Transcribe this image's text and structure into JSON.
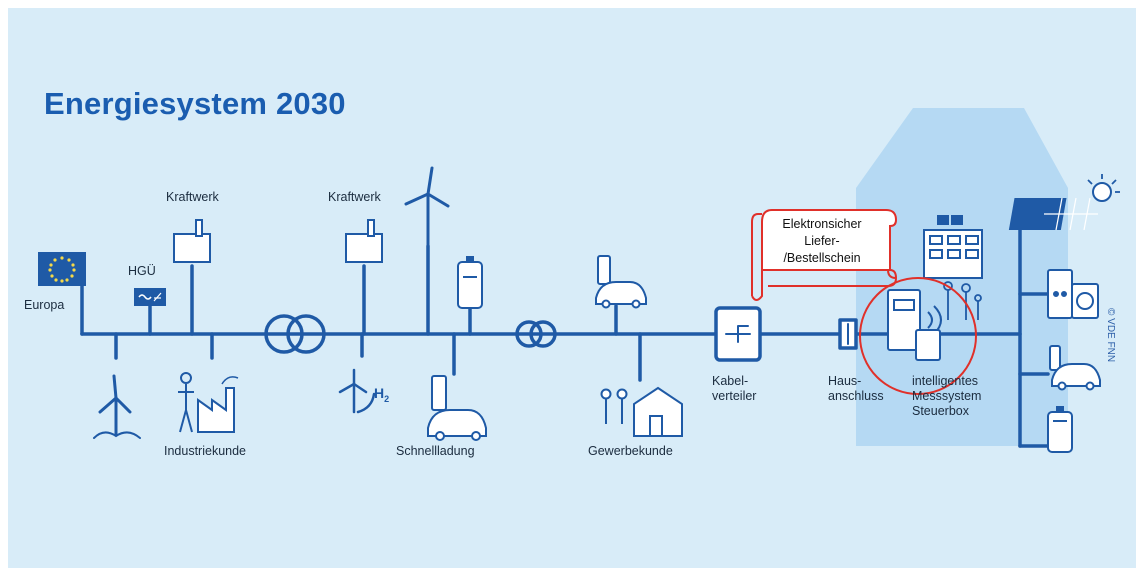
{
  "title": "Energiesystem 2030",
  "labels": {
    "europa": "Europa",
    "hgu": "HGÜ",
    "kraftwerk_1": "Kraftwerk",
    "kraftwerk_2": "Kraftwerk",
    "industriekunde": "Industriekunde",
    "schnellladung": "Schnellladung",
    "gewerbekunde": "Gewerbekunde",
    "kabelverteiler_1": "Kabel-",
    "kabelverteiler_2": "verteiler",
    "hausanschluss_1": "Haus-",
    "hausanschluss_2": "anschluss",
    "ims_1": "intelligentes",
    "ims_2": "Messsystem",
    "ims_3": "Steuerbox",
    "h2": "H",
    "h2_sub": "2"
  },
  "callout": {
    "line1": "Elektronsicher",
    "line2": "Liefer-",
    "line3": "/Bestellschein"
  },
  "copyright": "© VDE FNN",
  "colors": {
    "line": "#1f5aa6",
    "background": "#d8ecf8",
    "house_zone": "#b5d9f3",
    "title": "#1a5db0",
    "highlight": "#e0302a"
  }
}
